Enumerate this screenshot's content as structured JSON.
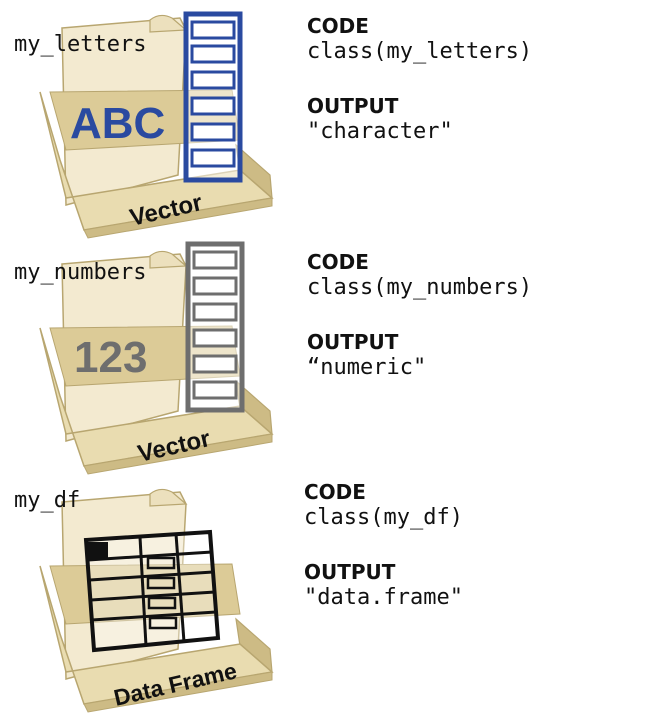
{
  "panels": [
    {
      "variable": "my_letters",
      "box_content": "ABC",
      "box_label": "Vector",
      "code_heading": "CODE",
      "code": "class(my_letters)",
      "output_heading": "OUTPUT",
      "output": "\"character\"",
      "accent_color": "#2a4aa0"
    },
    {
      "variable": "my_numbers",
      "box_content": "123",
      "box_label": "Vector",
      "code_heading": "CODE",
      "code": "class(my_numbers)",
      "output_heading": "OUTPUT",
      "output": "“numeric\"",
      "accent_color": "#6e6e6e"
    },
    {
      "variable": "my_df",
      "box_label": "Data Frame",
      "code_heading": "CODE",
      "code": "class(my_df)",
      "output_heading": "OUTPUT",
      "output": "\"data.frame\"",
      "accent_color": "#111111"
    }
  ],
  "colors": {
    "box_face": "#e9dcb0",
    "box_top": "#f3ead0",
    "box_side": "#cdbb85",
    "box_outline": "#b8a670"
  }
}
